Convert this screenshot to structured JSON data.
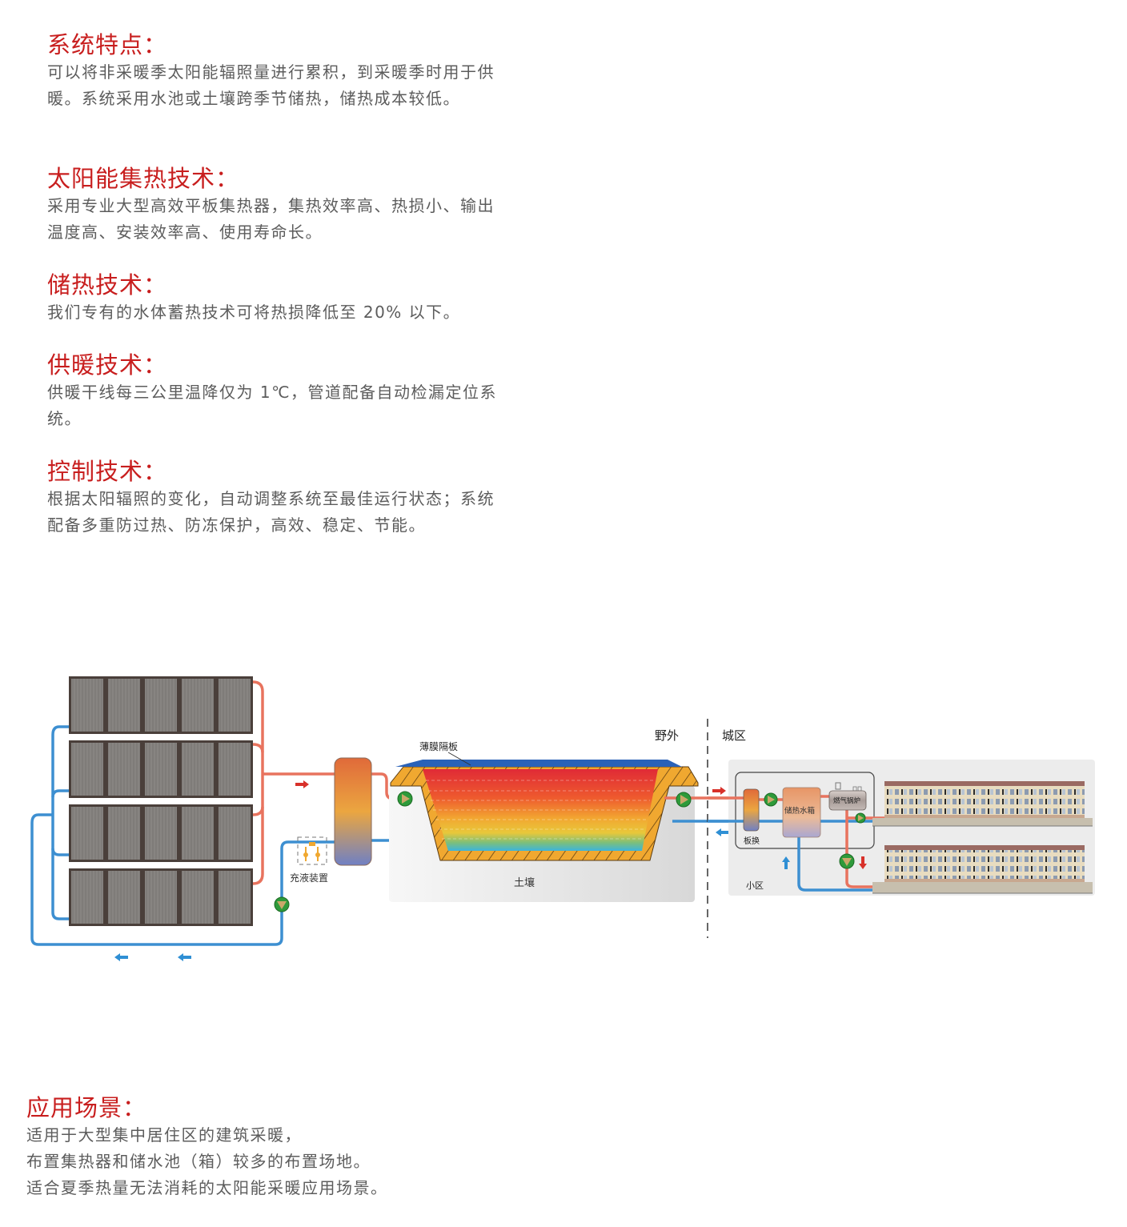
{
  "sections": [
    {
      "heading": "系统特点：",
      "lines": [
        "可以将非采暖季太阳能辐照量进行累积，到采暖季时用于供",
        "暖。系统采用水池或土壤跨季节储热，储热成本较低。"
      ]
    },
    {
      "heading": "太阳能集热技术：",
      "lines": [
        "采用专业大型高效平板集热器，集热效率高、热损小、输出",
        "温度高、安装效率高、使用寿命长。"
      ]
    },
    {
      "heading": "储热技术：",
      "lines": [
        "我们专有的水体蓄热技术可将热损降低至 20% 以下。"
      ]
    },
    {
      "heading": "供暖技术：",
      "lines": [
        "供暖干线每三公里温降仅为 1℃，管道配备自动检漏定位系",
        "统。"
      ]
    },
    {
      "heading": "控制技术：",
      "lines": [
        "根据太阳辐照的变化，自动调整系统至最佳运行状态；系统",
        "配备多重防过热、防冻保护，高效、稳定、节能。"
      ]
    }
  ],
  "diagram": {
    "labels": {
      "fill_device": "充液装置",
      "membrane": "薄膜隔板",
      "soil": "土壤",
      "outdoor": "野外",
      "urban": "城区",
      "plate_exchanger": "板换",
      "storage_tank": "储热水箱",
      "gas_boiler": "燃气锅炉",
      "community": "小区"
    },
    "colors": {
      "hot_pipe": "#e8735e",
      "cold_pipe": "#3d8fd1",
      "hot_arrow": "#d8312a",
      "cold_arrow": "#2f8fd4",
      "pump_green": "#2e9a3a",
      "insulation": "#f0a830",
      "membrane_blue": "#2a62b8",
      "panel": "#7d7a77",
      "panel_frame": "#4a3f3a"
    },
    "collector_rows": 4,
    "collector_cols": 5
  },
  "application": {
    "heading": "应用场景：",
    "lines": [
      "适用于大型集中居住区的建筑采暖，",
      "布置集热器和储水池（箱）较多的布置场地。",
      "适合夏季热量无法消耗的太阳能采暖应用场景。"
    ]
  }
}
